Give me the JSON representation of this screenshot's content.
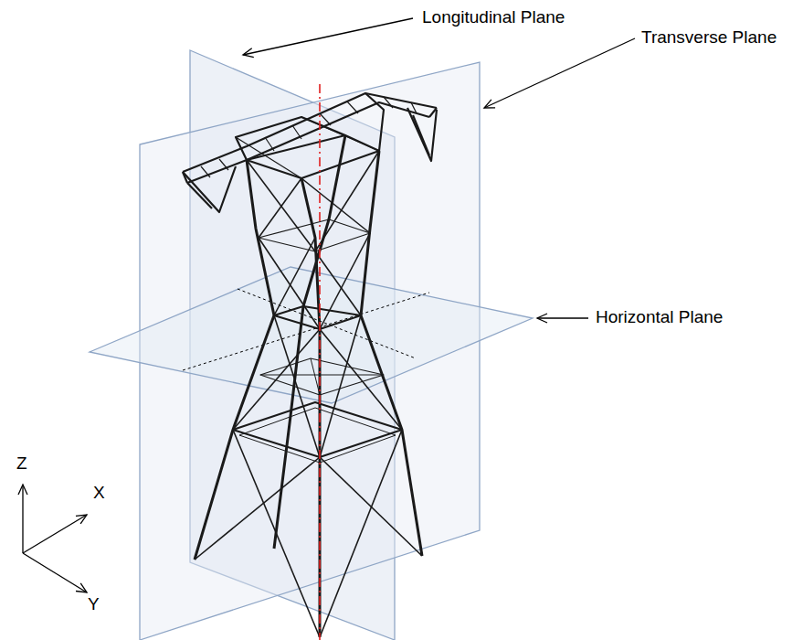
{
  "diagram": {
    "labels": [
      "Longitudinal Plane",
      "Transverse Plane",
      "Horizontal Plane",
      "Z",
      "X",
      "Y"
    ]
  }
}
